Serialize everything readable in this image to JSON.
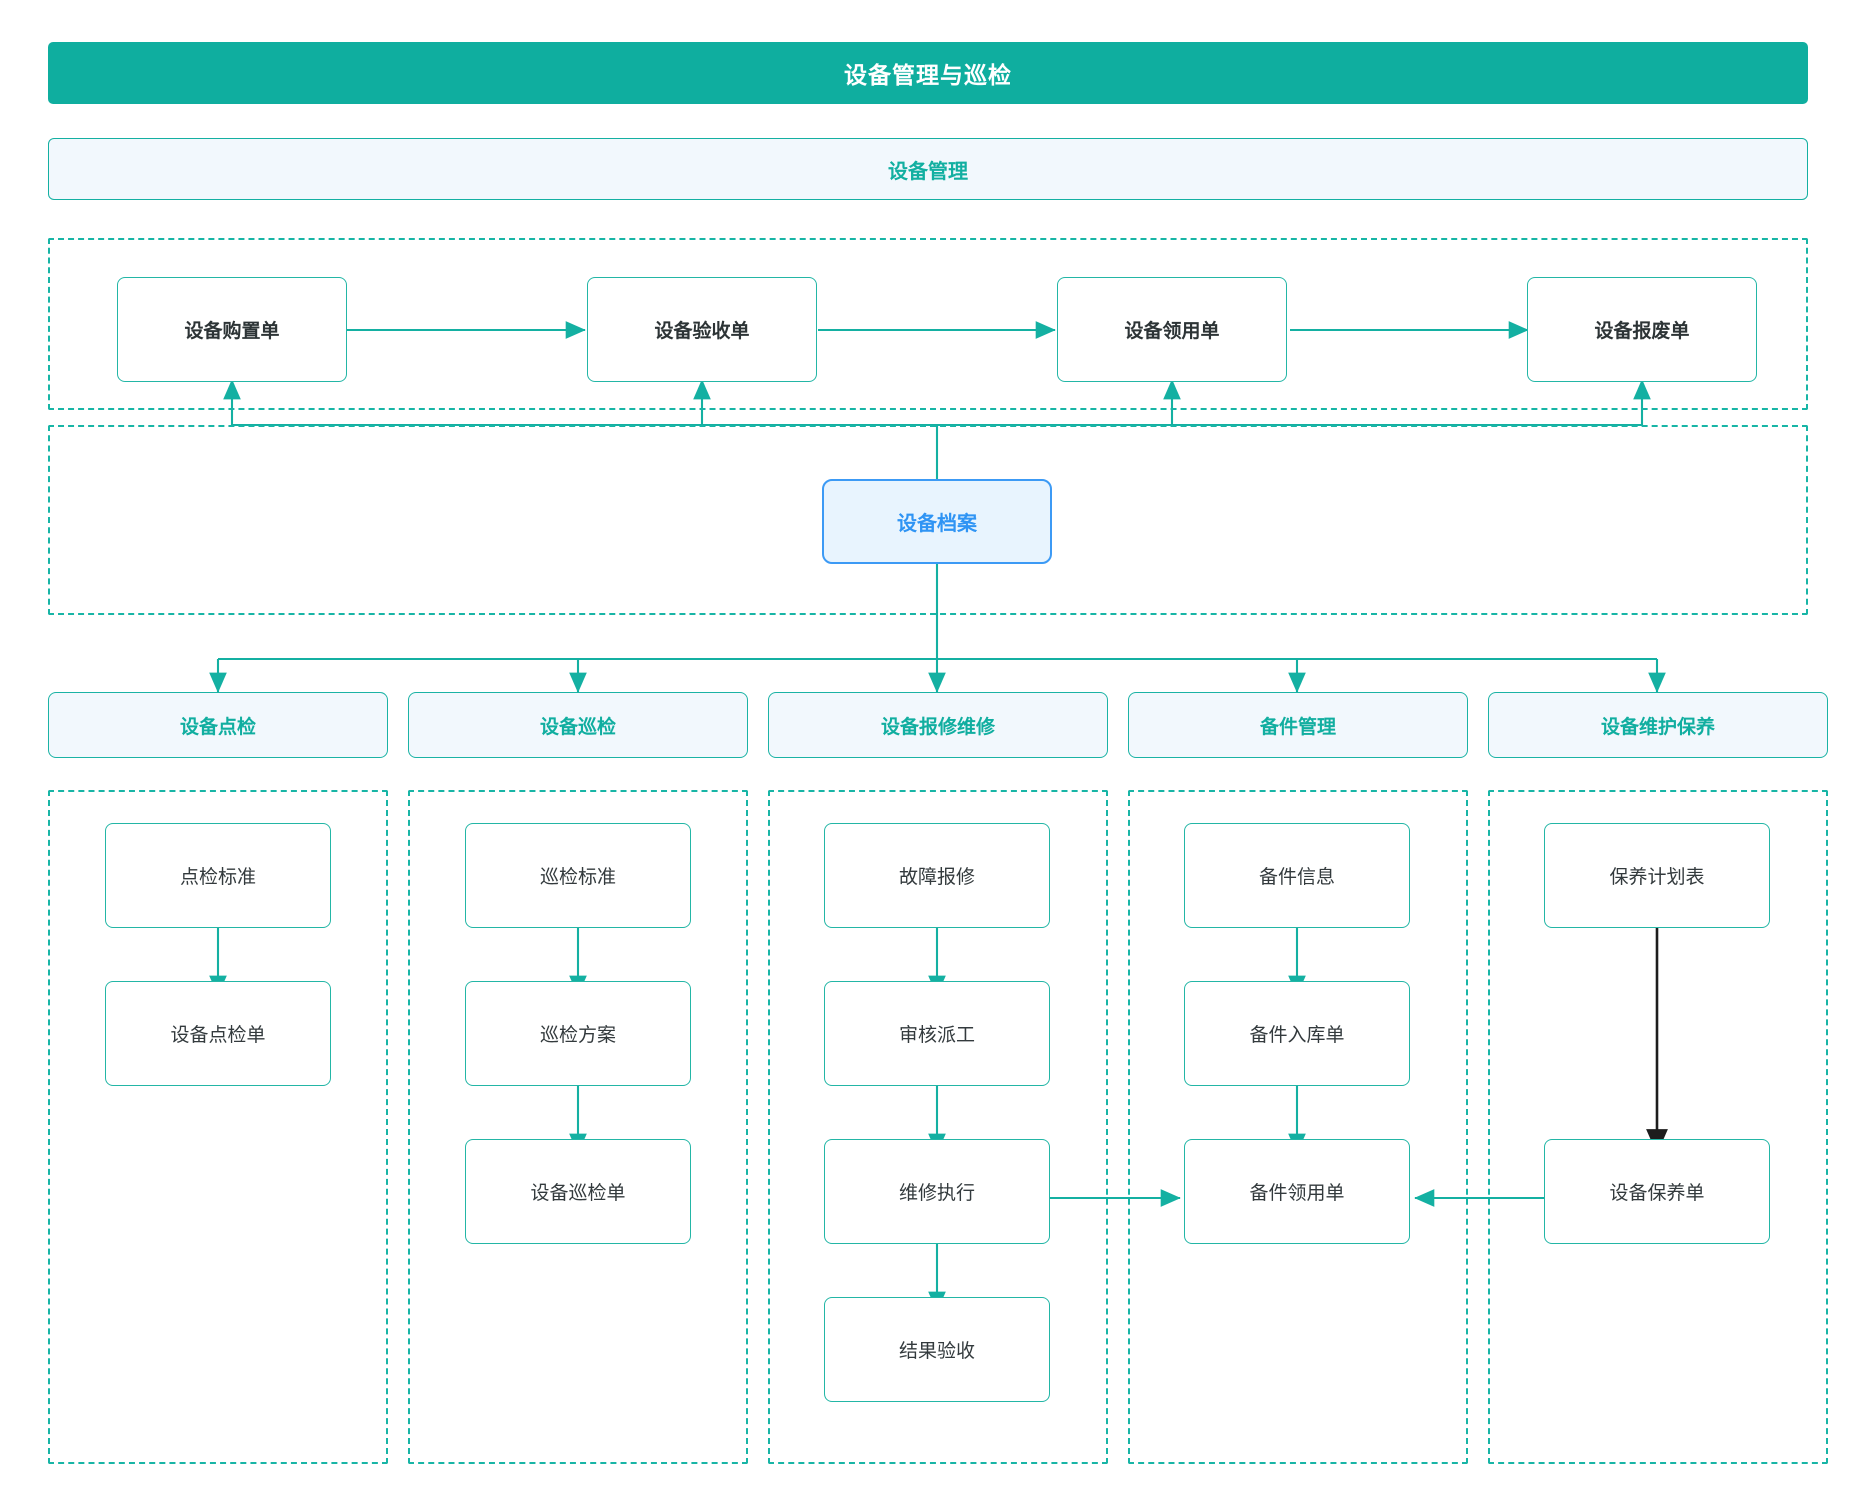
{
  "diagram": {
    "title": "设备管理与巡检",
    "type": "flowchart",
    "colors": {
      "banner_bg": "#0fae9f",
      "banner_text": "#ffffff",
      "accent_teal": "#14b0a2",
      "section_bg": "#f2f8fd",
      "archive_border": "#3c9af5",
      "archive_bg": "#e8f4fe",
      "archive_text": "#2f94f4",
      "node_text": "#2d3436",
      "dark_arrow": "#1d1d1d"
    }
  },
  "section_equipment_mgmt": {
    "header": "设备管理",
    "lifecycle": [
      {
        "label": "设备购置单"
      },
      {
        "label": "设备验收单"
      },
      {
        "label": "设备领用单"
      },
      {
        "label": "设备报废单"
      }
    ],
    "archive": {
      "label": "设备档案"
    }
  },
  "categories": [
    {
      "header": "设备点检",
      "nodes": [
        {
          "label": "点检标准"
        },
        {
          "label": "设备点检单"
        }
      ]
    },
    {
      "header": "设备巡检",
      "nodes": [
        {
          "label": "巡检标准"
        },
        {
          "label": "巡检方案"
        },
        {
          "label": "设备巡检单"
        }
      ]
    },
    {
      "header": "设备报修维修",
      "nodes": [
        {
          "label": "故障报修"
        },
        {
          "label": "审核派工"
        },
        {
          "label": "维修执行"
        },
        {
          "label": "结果验收"
        }
      ]
    },
    {
      "header": "备件管理",
      "nodes": [
        {
          "label": "备件信息"
        },
        {
          "label": "备件入库单"
        },
        {
          "label": "备件领用单"
        }
      ]
    },
    {
      "header": "设备维护保养",
      "nodes": [
        {
          "label": "保养计划表"
        },
        {
          "label": "设备保养单"
        }
      ]
    }
  ]
}
